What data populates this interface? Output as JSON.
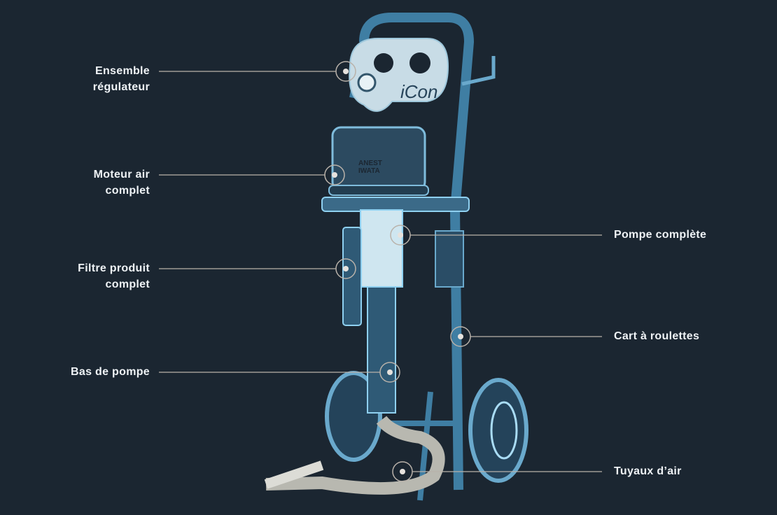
{
  "brand": {
    "logo_text": "ANEST IWATA",
    "product_text": "iCon"
  },
  "colors": {
    "background": "#1b2631",
    "accent": "#8fd0f0",
    "line": "#b9b2aa",
    "text": "#eef2f5"
  },
  "hotspots": [
    {
      "id": "regulateur",
      "lines": [
        "Ensemble",
        "régulateur"
      ],
      "side": "left"
    },
    {
      "id": "moteur",
      "lines": [
        "Moteur air",
        "complet"
      ],
      "side": "left"
    },
    {
      "id": "filtre",
      "lines": [
        "Filtre produit",
        "complet"
      ],
      "side": "left"
    },
    {
      "id": "bas-pompe",
      "lines": [
        "Bas de pompe"
      ],
      "side": "left"
    },
    {
      "id": "pompe",
      "lines": [
        "Pompe complète"
      ],
      "side": "right"
    },
    {
      "id": "cart",
      "lines": [
        "Cart à roulettes"
      ],
      "side": "right"
    },
    {
      "id": "tuyaux",
      "lines": [
        "Tuyaux d’air"
      ],
      "side": "right"
    }
  ]
}
